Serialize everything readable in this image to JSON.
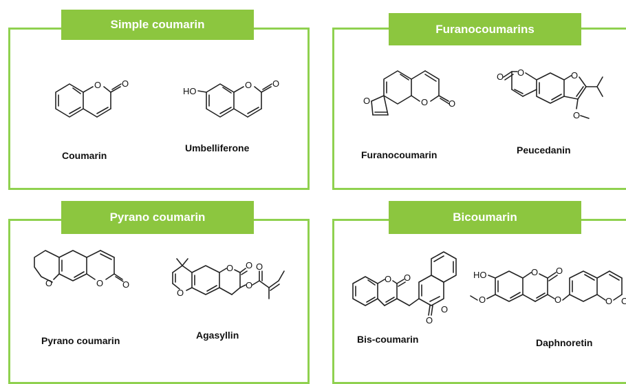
{
  "panels": [
    {
      "title": "Simple coumarin",
      "compounds": [
        "Coumarin",
        "Umbelliferone"
      ]
    },
    {
      "title": "Furanocoumarins",
      "compounds": [
        "Furanocoumarin",
        "Peucedanin"
      ]
    },
    {
      "title": "Pyrano coumarin",
      "compounds": [
        "Pyrano coumarin",
        "Agasyllin"
      ]
    },
    {
      "title": "Bicoumarin",
      "compounds": [
        "Bis-coumarin",
        "Daphnoretin"
      ]
    }
  ],
  "atom_labels": {
    "oxygen": "O",
    "hydroxyl": "HO"
  },
  "colors": {
    "accent": "#8cc63f",
    "border": "#8fd14f",
    "text": "#111111"
  }
}
